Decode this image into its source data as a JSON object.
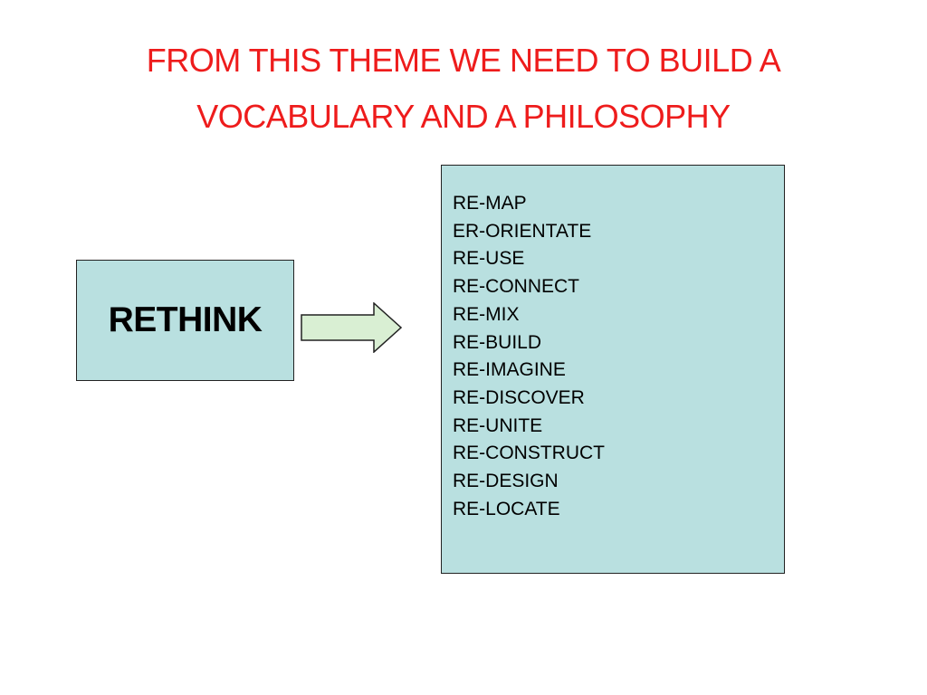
{
  "title": {
    "line1": "FROM THIS THEME WE NEED TO BUILD A",
    "line2": "VOCABULARY AND A PHILOSOPHY",
    "color": "#ee1c1c"
  },
  "rethink": {
    "label": "RETHINK"
  },
  "colors": {
    "box_fill": "#b9e0e0",
    "arrow_fill": "#d9efd3",
    "border": "#222222"
  },
  "terms": [
    "RE-MAP",
    "ER-ORIENTATE",
    "RE-USE",
    "RE-CONNECT",
    "RE-MIX",
    "RE-BUILD",
    "RE-IMAGINE",
    "RE-DISCOVER",
    "RE-UNITE",
    "RE-CONSTRUCT",
    "RE-DESIGN",
    "RE-LOCATE"
  ]
}
